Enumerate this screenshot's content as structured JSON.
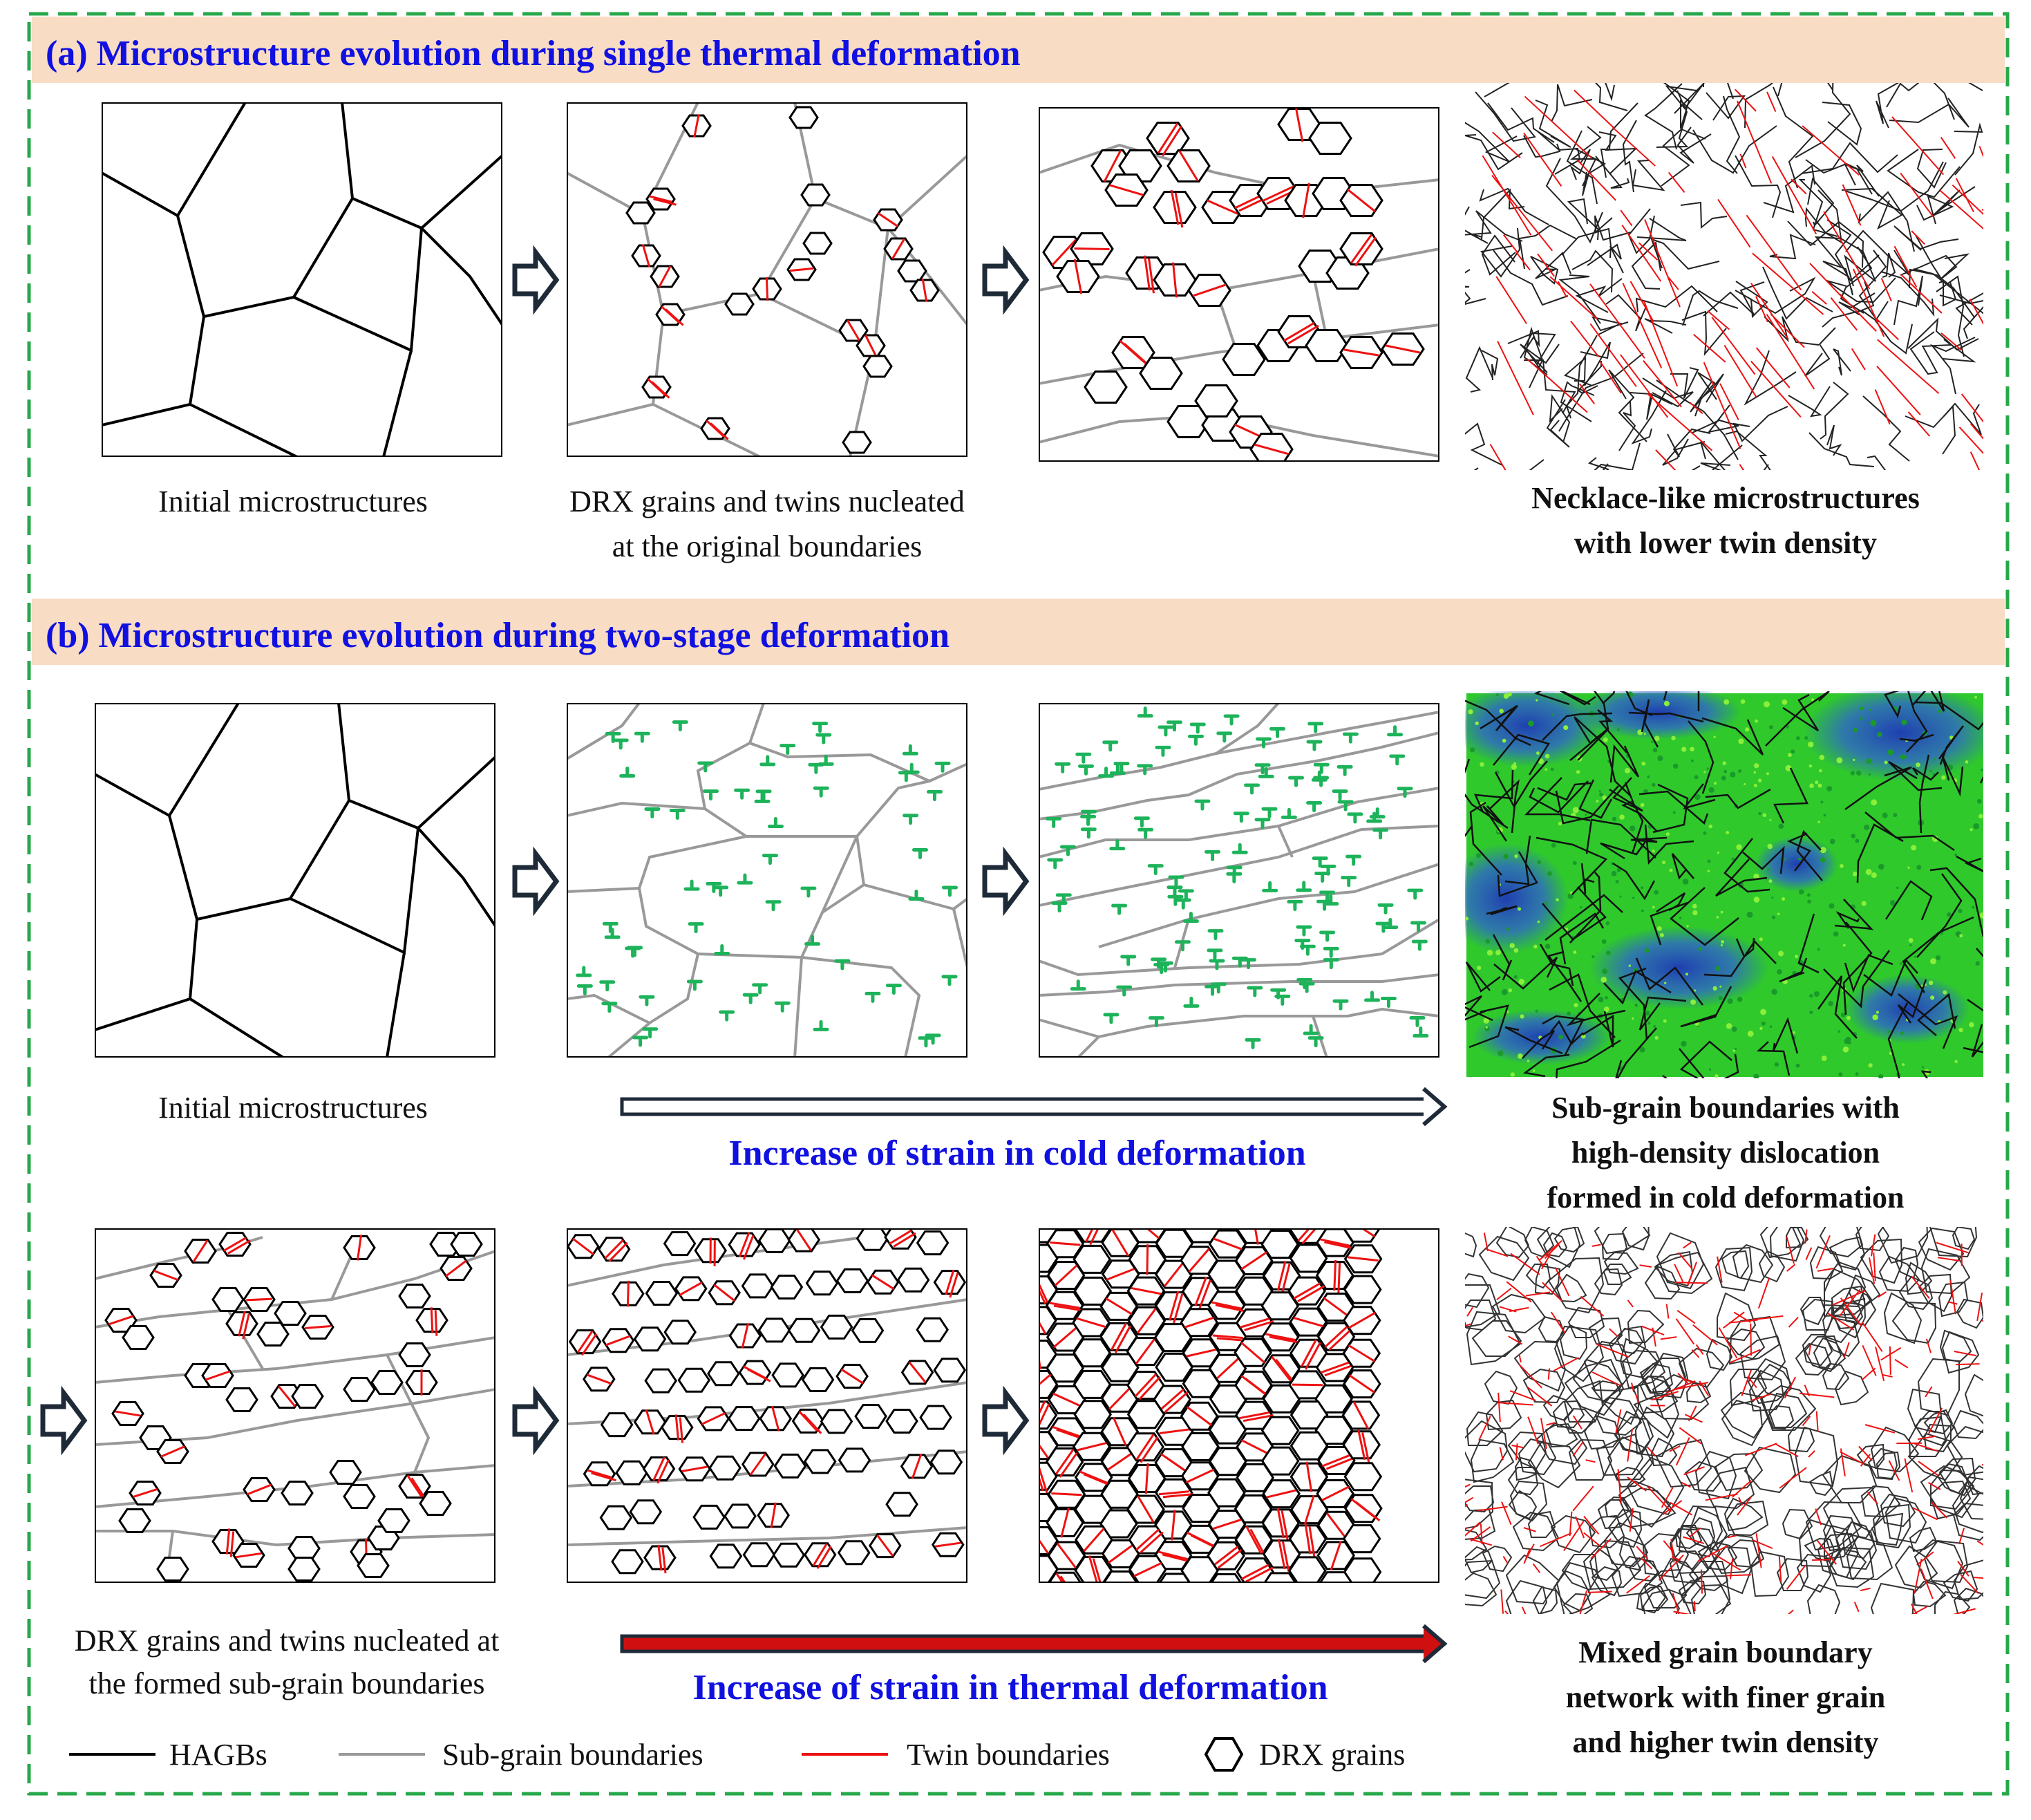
{
  "section_a": {
    "title": "(a) Microstructure evolution during single thermal deformation",
    "caption_initial": "Initial microstructures",
    "caption_drx": [
      "DRX grains and twins nucleated",
      "at the original boundaries"
    ],
    "caption_result": [
      "Necklace-like microstructures",
      "with lower twin density"
    ]
  },
  "section_b": {
    "title": "(b) Microstructure evolution during two-stage deformation",
    "caption_initial": "Initial microstructures",
    "arrow_cold": "Increase of strain in cold deformation",
    "caption_cold_result": [
      "Sub-grain boundaries with",
      "high-density dislocation",
      "formed in cold deformation"
    ],
    "caption_drx": [
      "DRX grains and twins nucleated at",
      "the formed sub-grain boundaries"
    ],
    "arrow_thermal": "Increase of strain in thermal deformation",
    "caption_thermal_result": [
      "Mixed grain boundary",
      "network with finer grain",
      "and higher twin density"
    ]
  },
  "legend": {
    "hagb": "HAGBs",
    "subgrain": "Sub-grain boundaries",
    "twin": "Twin boundaries",
    "drx": "DRX grains"
  },
  "colors": {
    "header_band": "#f9dcc4",
    "frame_dash": "#27a84a",
    "title_text": "#1010e0",
    "hagb": "#000000",
    "subgrain": "#999999",
    "twin": "#ee1111",
    "dislocation": "#1db35a",
    "arrow_dark": "#1f2a38",
    "arrow_red": "#d01010"
  }
}
